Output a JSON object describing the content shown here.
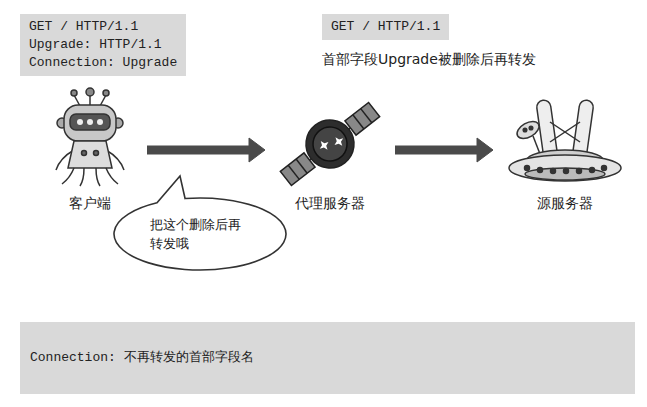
{
  "diagram": {
    "nodes": [
      {
        "text": [
          "GET / HTTP/1.1",
          "Upgrade: HTTP/1.1",
          "Connection: Upgrade"
        ]
      },
      {
        "text": [
          "GET / HTTP/1.1"
        ]
      },
      {
        "text": [
          "客户端"
        ]
      },
      {
        "text": [
          "代理服务器"
        ]
      },
      {
        "text": [
          "源服务器"
        ]
      },
      {
        "text": [
          "把这个删除后再转发哦"
        ]
      },
      {
        "text": [
          "Connection: 不再转发的首部字段名"
        ]
      }
    ],
    "edges": [
      {
        "from": 2,
        "to": 3,
        "arrow": "to"
      },
      {
        "from": 3,
        "to": 4,
        "arrow": "to"
      }
    ],
    "labels": [
      "首部字段Upgrade被删除后再转发"
    ]
  }
}
